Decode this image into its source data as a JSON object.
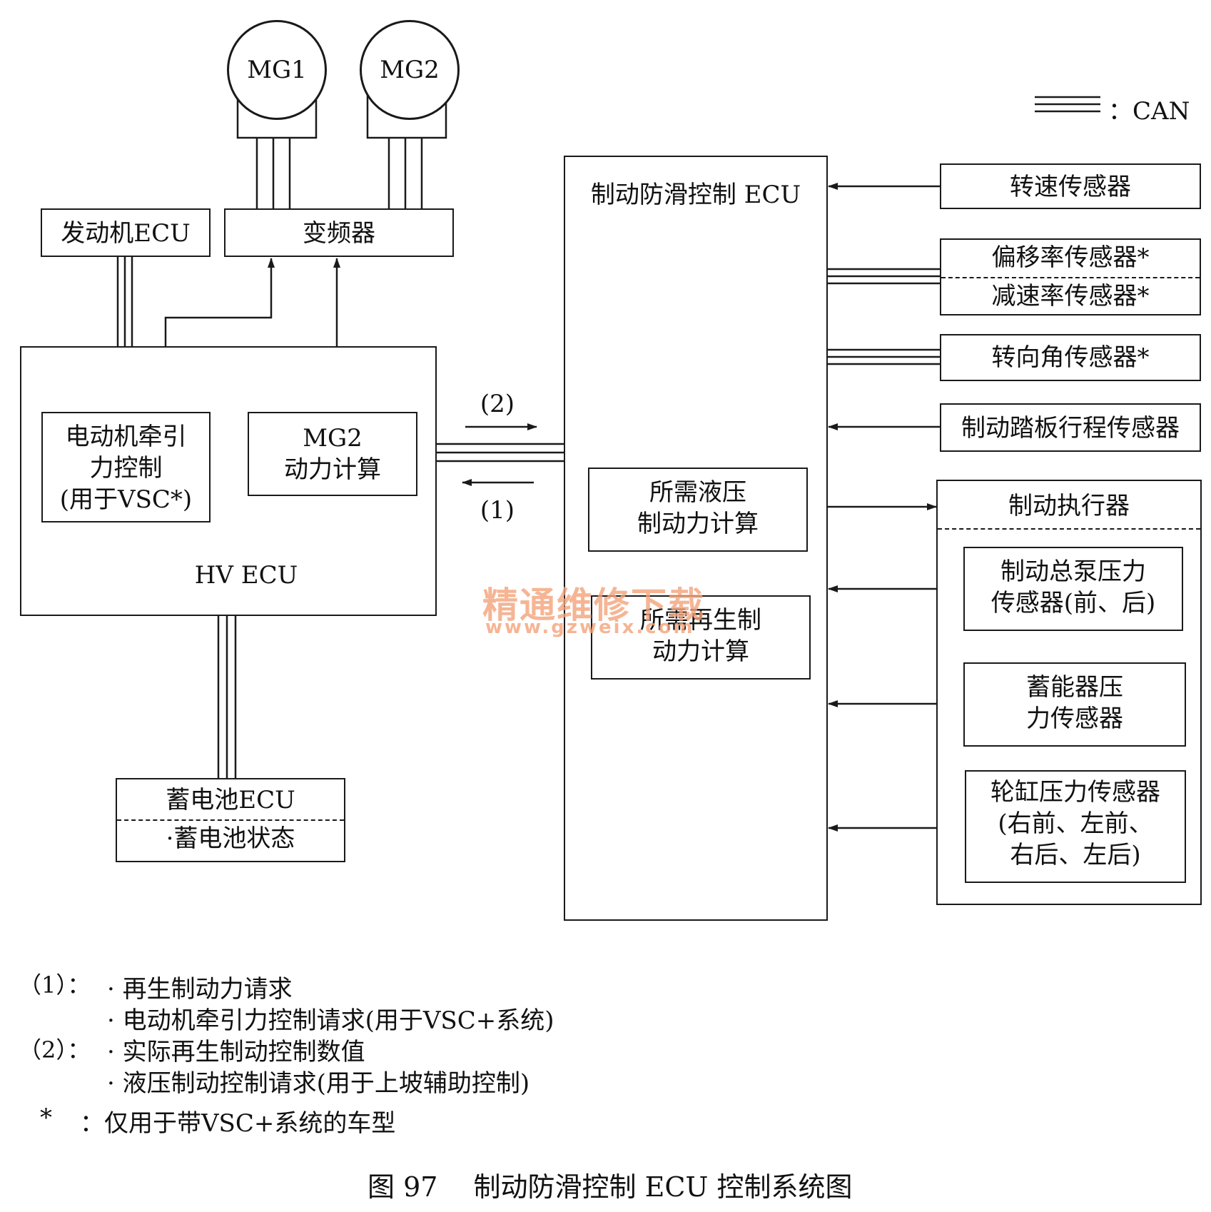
{
  "motors": {
    "mg1": "MG1",
    "mg2": "MG2"
  },
  "can_legend": {
    "label": "：CAN"
  },
  "engine_ecu": "发动机ECU",
  "inverter": "变频器",
  "hv_ecu": {
    "title": "HV ECU",
    "traction": [
      "电动机牵引",
      "力控制",
      "(用于VSC*)"
    ],
    "mg2_power": [
      "MG2",
      "动力计算"
    ]
  },
  "battery_ecu": {
    "title": "蓄电池ECU",
    "status": "·蓄电池状态"
  },
  "signal_labels": {
    "s2": "(2)",
    "s1": "(1)"
  },
  "brake_ecu": {
    "title": "制动防滑控制 ECU",
    "hydraulic": [
      "所需液压",
      "制动力计算"
    ],
    "regen": [
      "所需再生制",
      "动力计算"
    ]
  },
  "sensors": {
    "speed": "转速传感器",
    "yaw": "偏移率传感器*",
    "decel": "减速率传感器*",
    "steering": "转向角传感器*",
    "pedal": "制动踏板行程传感器"
  },
  "actuator": {
    "title": "制动执行器",
    "master": [
      "制动总泵压力",
      "传感器(前、后)"
    ],
    "accumulator": [
      "蓄能器压",
      "力传感器"
    ],
    "wheel": [
      "轮缸压力传感器",
      "(右前、左前、",
      "右后、左后)"
    ]
  },
  "notes": {
    "n1_key": "（1）：",
    "n1_a": "· 再生制动力请求",
    "n1_b": "· 电动机牵引力控制请求(用于VSC+系统)",
    "n2_key": "（2）：",
    "n2_a": "· 实际再生制动控制数值",
    "n2_b": "· 液压制动控制请求(用于上坡辅助控制)",
    "n3_key": "*",
    "n3": "：仅用于带VSC+系统的车型"
  },
  "caption": "图 97　 制动防滑控制 ECU 控制系统图",
  "watermark": {
    "line1": "精通维修下载",
    "line2": "www.gzweix.com",
    "color": "#f3a37a"
  }
}
